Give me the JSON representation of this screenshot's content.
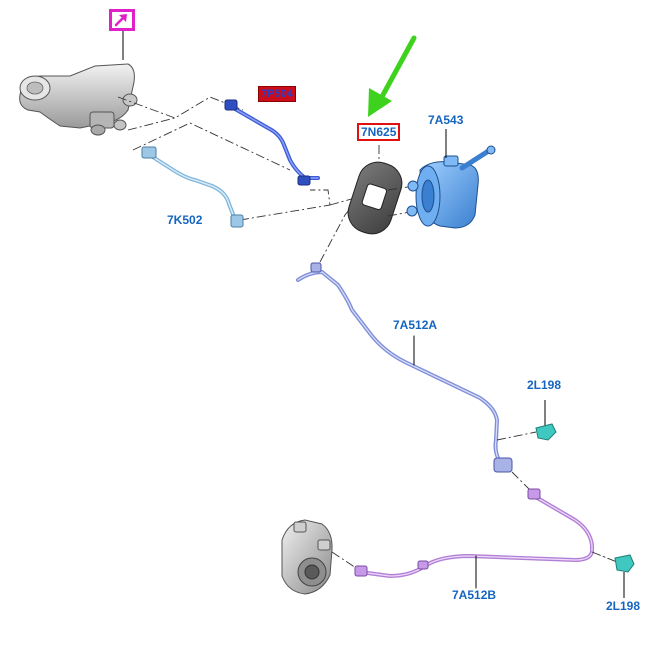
{
  "diagram": {
    "labels": {
      "top_clipped": "7P504",
      "gasket": "7N625",
      "slave_cylinder": "7A543",
      "pipe_left": "7K502",
      "hose_main": "7A512A",
      "clip_upper": "2L198",
      "hose_lower": "7A512B",
      "clip_lower": "2L198"
    },
    "icons": {
      "home_marker": "arrow-up-right-icon",
      "pointer_arrow": "green-arrow-icon"
    },
    "colors": {
      "label_blue": "#1565c0",
      "highlight_red": "#e01010",
      "marker_magenta": "#e020c8",
      "pointer_green": "#3ed21e",
      "hose_blue": "#7f8ed6",
      "hose_purple": "#b27fd6",
      "clip_teal": "#3ec8c0",
      "part_blue": "#5d9be0"
    }
  }
}
